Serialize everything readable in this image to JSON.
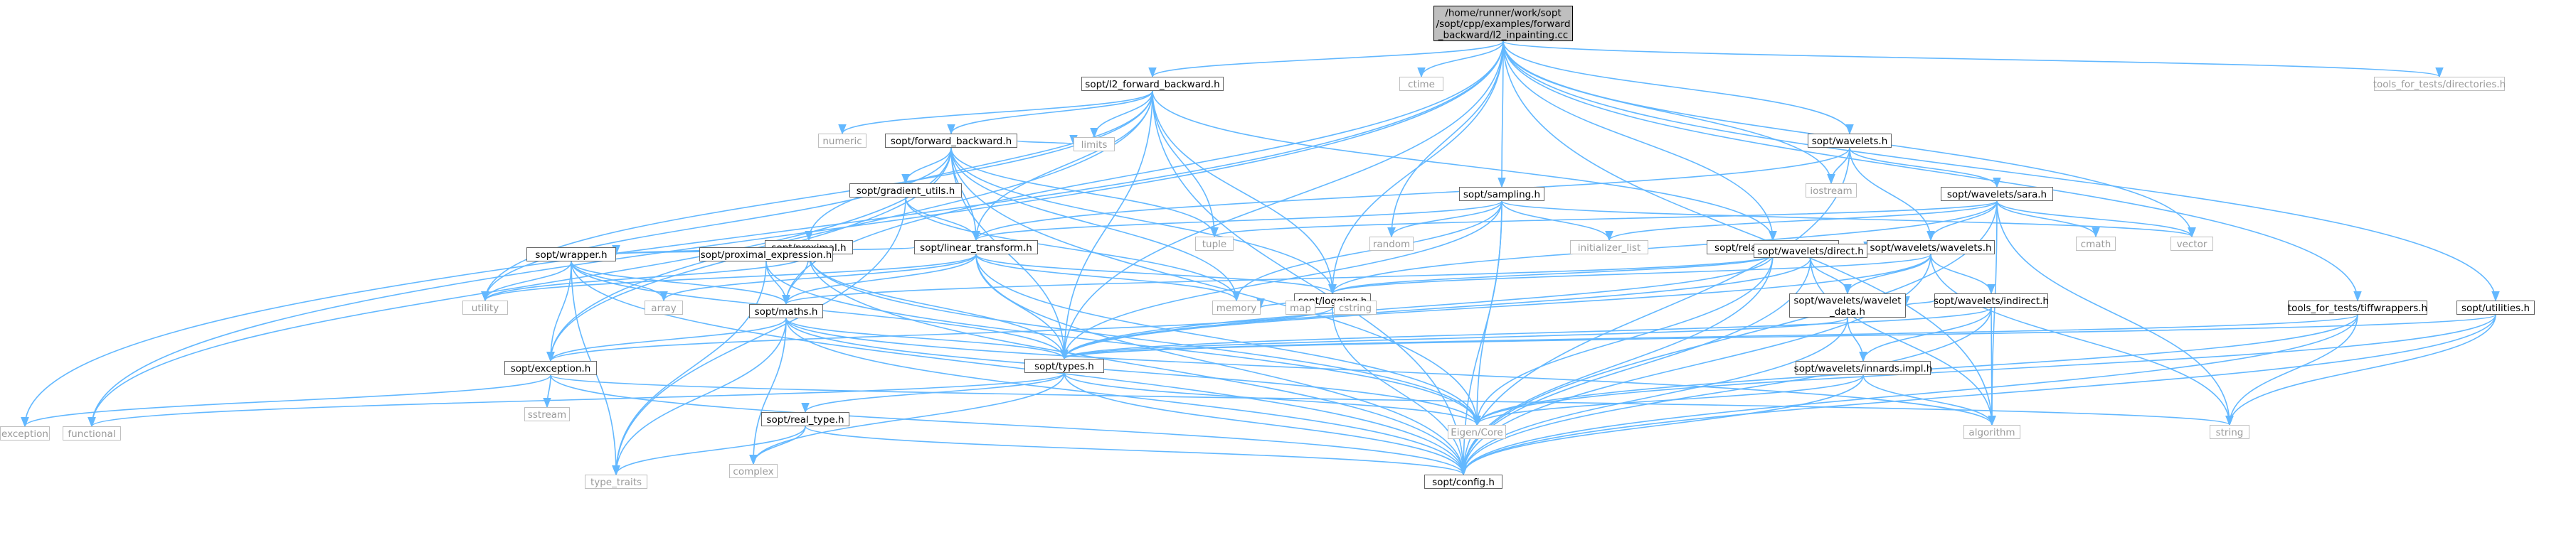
{
  "graph_title": "/home/runner/work/sopt/sopt/cpp/examples/forward_backward/l2_inpainting.cc",
  "nodes": [
    {
      "id": "root",
      "lines": [
        "/home/runner/work/sopt",
        "/sopt/cpp/examples/forward",
        "_backward/l2_inpainting.cc"
      ],
      "kind": "root"
    },
    {
      "id": "fb_h",
      "lines": [
        "sopt/l2_forward_backward.h"
      ],
      "kind": "local"
    },
    {
      "id": "ctime",
      "lines": [
        "ctime"
      ],
      "kind": "ext"
    },
    {
      "id": "dirs_h",
      "lines": [
        "tools_for_tests/directories.h"
      ],
      "kind": "ext"
    },
    {
      "id": "wavelets_h",
      "lines": [
        "sopt/wavelets.h"
      ],
      "kind": "local"
    },
    {
      "id": "numeric",
      "lines": [
        "numeric"
      ],
      "kind": "ext"
    },
    {
      "id": "forward_backward_h",
      "lines": [
        "sopt/forward_backward.h"
      ],
      "kind": "local"
    },
    {
      "id": "limits",
      "lines": [
        "limits"
      ],
      "kind": "ext"
    },
    {
      "id": "iostream",
      "lines": [
        "iostream"
      ],
      "kind": "ext"
    },
    {
      "id": "sara_h",
      "lines": [
        "sopt/wavelets/sara.h"
      ],
      "kind": "local"
    },
    {
      "id": "gradient_h",
      "lines": [
        "sopt/gradient_utils.h"
      ],
      "kind": "local"
    },
    {
      "id": "sampling_h",
      "lines": [
        "sopt/sampling.h"
      ],
      "kind": "local"
    },
    {
      "id": "tuple",
      "lines": [
        "tuple"
      ],
      "kind": "ext"
    },
    {
      "id": "random",
      "lines": [
        "random"
      ],
      "kind": "ext"
    },
    {
      "id": "initlist",
      "lines": [
        "initializer_list"
      ],
      "kind": "ext"
    },
    {
      "id": "cmath",
      "lines": [
        "cmath"
      ],
      "kind": "ext"
    },
    {
      "id": "vector",
      "lines": [
        "vector"
      ],
      "kind": "ext"
    },
    {
      "id": "proximal_h",
      "lines": [
        "sopt/proximal.h"
      ],
      "kind": "local"
    },
    {
      "id": "linear_h",
      "lines": [
        "sopt/linear_transform.h"
      ],
      "kind": "local"
    },
    {
      "id": "relvar_h",
      "lines": [
        "sopt/relative_variation.h"
      ],
      "kind": "local"
    },
    {
      "id": "wwav_h",
      "lines": [
        "sopt/wavelets/wavelets.h"
      ],
      "kind": "local"
    },
    {
      "id": "wrapper_h",
      "lines": [
        "sopt/wrapper.h"
      ],
      "kind": "local"
    },
    {
      "id": "proxexpr_h",
      "lines": [
        "sopt/proximal_expression.h"
      ],
      "kind": "local"
    },
    {
      "id": "logging_h",
      "lines": [
        "sopt/logging.h"
      ],
      "kind": "local"
    },
    {
      "id": "direct_h",
      "lines": [
        "sopt/wavelets/direct.h"
      ],
      "kind": "local"
    },
    {
      "id": "indirect_h",
      "lines": [
        "sopt/wavelets/indirect.h"
      ],
      "kind": "local"
    },
    {
      "id": "utility",
      "lines": [
        "utility"
      ],
      "kind": "ext"
    },
    {
      "id": "array",
      "lines": [
        "array"
      ],
      "kind": "ext"
    },
    {
      "id": "maths_h",
      "lines": [
        "sopt/maths.h"
      ],
      "kind": "local"
    },
    {
      "id": "memory",
      "lines": [
        "memory"
      ],
      "kind": "ext"
    },
    {
      "id": "map",
      "lines": [
        "map"
      ],
      "kind": "ext"
    },
    {
      "id": "cstring",
      "lines": [
        "cstring"
      ],
      "kind": "ext"
    },
    {
      "id": "wdata_h",
      "lines": [
        "sopt/wavelets/wavelet",
        "_data.h"
      ],
      "kind": "local"
    },
    {
      "id": "tiff_h",
      "lines": [
        "tools_for_tests/tiffwrappers.h"
      ],
      "kind": "local"
    },
    {
      "id": "util_h",
      "lines": [
        "sopt/utilities.h"
      ],
      "kind": "local"
    },
    {
      "id": "types_h",
      "lines": [
        "sopt/types.h"
      ],
      "kind": "local"
    },
    {
      "id": "exception_h",
      "lines": [
        "sopt/exception.h"
      ],
      "kind": "local"
    },
    {
      "id": "innards_h",
      "lines": [
        "sopt/wavelets/innards.impl.h"
      ],
      "kind": "local"
    },
    {
      "id": "sstream",
      "lines": [
        "sstream"
      ],
      "kind": "ext"
    },
    {
      "id": "realtype_h",
      "lines": [
        "sopt/real_type.h"
      ],
      "kind": "local"
    },
    {
      "id": "exception",
      "lines": [
        "exception"
      ],
      "kind": "ext"
    },
    {
      "id": "functional",
      "lines": [
        "functional"
      ],
      "kind": "ext"
    },
    {
      "id": "eigen",
      "lines": [
        "Eigen/Core"
      ],
      "kind": "ext"
    },
    {
      "id": "algorithm",
      "lines": [
        "algorithm"
      ],
      "kind": "ext"
    },
    {
      "id": "string",
      "lines": [
        "string"
      ],
      "kind": "ext"
    },
    {
      "id": "complex",
      "lines": [
        "complex"
      ],
      "kind": "ext"
    },
    {
      "id": "typetraits",
      "lines": [
        "type_traits"
      ],
      "kind": "ext"
    },
    {
      "id": "config_h",
      "lines": [
        "sopt/config.h"
      ],
      "kind": "local"
    }
  ],
  "edges": [
    [
      "root",
      "fb_h"
    ],
    [
      "root",
      "ctime"
    ],
    [
      "root",
      "dirs_h"
    ],
    [
      "root",
      "wavelets_h"
    ],
    [
      "root",
      "iostream"
    ],
    [
      "root",
      "random"
    ],
    [
      "root",
      "vector"
    ],
    [
      "root",
      "sampling_h"
    ],
    [
      "root",
      "relvar_h"
    ],
    [
      "root",
      "logging_h"
    ],
    [
      "root",
      "tiff_h"
    ],
    [
      "root",
      "util_h"
    ],
    [
      "root",
      "algorithm"
    ],
    [
      "root",
      "exception"
    ],
    [
      "root",
      "functional"
    ],
    [
      "root",
      "types_h"
    ],
    [
      "root",
      "maths_h"
    ],
    [
      "fb_h",
      "numeric"
    ],
    [
      "fb_h",
      "forward_backward_h"
    ],
    [
      "fb_h",
      "limits"
    ],
    [
      "fb_h",
      "tuple"
    ],
    [
      "fb_h",
      "proximal_h"
    ],
    [
      "fb_h",
      "linear_h"
    ],
    [
      "fb_h",
      "relvar_h"
    ],
    [
      "fb_h",
      "logging_h"
    ],
    [
      "fb_h",
      "types_h"
    ],
    [
      "fb_h",
      "config_h"
    ],
    [
      "fb_h",
      "exception_h"
    ],
    [
      "fb_h",
      "utility"
    ],
    [
      "wavelets_h",
      "iostream"
    ],
    [
      "wavelets_h",
      "sara_h"
    ],
    [
      "wavelets_h",
      "wwav_h"
    ],
    [
      "wavelets_h",
      "linear_h"
    ],
    [
      "wavelets_h",
      "config_h"
    ],
    [
      "forward_backward_h",
      "gradient_h"
    ],
    [
      "forward_backward_h",
      "limits"
    ],
    [
      "forward_backward_h",
      "tuple"
    ],
    [
      "forward_backward_h",
      "linear_h"
    ],
    [
      "forward_backward_h",
      "logging_h"
    ],
    [
      "forward_backward_h",
      "types_h"
    ],
    [
      "forward_backward_h",
      "exception_h"
    ],
    [
      "forward_backward_h",
      "utility"
    ],
    [
      "forward_backward_h",
      "functional"
    ],
    [
      "forward_backward_h",
      "memory"
    ],
    [
      "forward_backward_h",
      "eigen"
    ],
    [
      "gradient_h",
      "linear_h"
    ],
    [
      "gradient_h",
      "memory"
    ],
    [
      "gradient_h",
      "typetraits"
    ],
    [
      "sara_h",
      "tuple"
    ],
    [
      "sara_h",
      "initlist"
    ],
    [
      "sara_h",
      "cmath"
    ],
    [
      "sara_h",
      "vector"
    ],
    [
      "sara_h",
      "wwav_h"
    ],
    [
      "sara_h",
      "logging_h"
    ],
    [
      "sara_h",
      "algorithm"
    ],
    [
      "sara_h",
      "string"
    ],
    [
      "sara_h",
      "config_h"
    ],
    [
      "sampling_h",
      "random"
    ],
    [
      "sampling_h",
      "initlist"
    ],
    [
      "sampling_h",
      "vector"
    ],
    [
      "sampling_h",
      "linear_h"
    ],
    [
      "sampling_h",
      "memory"
    ],
    [
      "sampling_h",
      "types_h"
    ],
    [
      "sampling_h",
      "eigen"
    ],
    [
      "sampling_h",
      "config_h"
    ],
    [
      "proximal_h",
      "proxexpr_h"
    ],
    [
      "proximal_h",
      "wrapper_h"
    ],
    [
      "proximal_h",
      "maths_h"
    ],
    [
      "proximal_h",
      "types_h"
    ],
    [
      "proximal_h",
      "eigen"
    ],
    [
      "proximal_h",
      "config_h"
    ],
    [
      "proximal_h",
      "utility"
    ],
    [
      "linear_h",
      "wrapper_h"
    ],
    [
      "linear_h",
      "maths_h"
    ],
    [
      "linear_h",
      "types_h"
    ],
    [
      "linear_h",
      "logging_h"
    ],
    [
      "linear_h",
      "array"
    ],
    [
      "linear_h",
      "memory"
    ],
    [
      "linear_h",
      "utility"
    ],
    [
      "linear_h",
      "config_h"
    ],
    [
      "linear_h",
      "eigen"
    ],
    [
      "relvar_h",
      "logging_h"
    ],
    [
      "relvar_h",
      "maths_h"
    ],
    [
      "relvar_h",
      "types_h"
    ],
    [
      "relvar_h",
      "eigen"
    ],
    [
      "relvar_h",
      "config_h"
    ],
    [
      "wwav_h",
      "direct_h"
    ],
    [
      "wwav_h",
      "indirect_h"
    ],
    [
      "wwav_h",
      "wdata_h"
    ],
    [
      "wwav_h",
      "logging_h"
    ],
    [
      "wwav_h",
      "types_h"
    ],
    [
      "wwav_h",
      "config_h"
    ],
    [
      "wwav_h",
      "string"
    ],
    [
      "wrapper_h",
      "utility"
    ],
    [
      "wrapper_h",
      "array"
    ],
    [
      "wrapper_h",
      "maths_h"
    ],
    [
      "wrapper_h",
      "exception_h"
    ],
    [
      "wrapper_h",
      "types_h"
    ],
    [
      "wrapper_h",
      "typetraits"
    ],
    [
      "wrapper_h",
      "config_h"
    ],
    [
      "proxexpr_h",
      "maths_h"
    ],
    [
      "proxexpr_h",
      "eigen"
    ],
    [
      "proxexpr_h",
      "typetraits"
    ],
    [
      "logging_h",
      "memory"
    ],
    [
      "logging_h",
      "map"
    ],
    [
      "logging_h",
      "cstring"
    ],
    [
      "logging_h",
      "exception_h"
    ],
    [
      "logging_h",
      "config_h"
    ],
    [
      "direct_h",
      "wdata_h"
    ],
    [
      "direct_h",
      "types_h"
    ],
    [
      "direct_h",
      "algorithm"
    ],
    [
      "direct_h",
      "config_h"
    ],
    [
      "indirect_h",
      "wdata_h"
    ],
    [
      "indirect_h",
      "innards_h"
    ],
    [
      "indirect_h",
      "types_h"
    ],
    [
      "indirect_h",
      "algorithm"
    ],
    [
      "indirect_h",
      "config_h"
    ],
    [
      "maths_h",
      "exception_h"
    ],
    [
      "maths_h",
      "types_h"
    ],
    [
      "maths_h",
      "algorithm"
    ],
    [
      "maths_h",
      "complex"
    ],
    [
      "maths_h",
      "typetraits"
    ],
    [
      "maths_h",
      "eigen"
    ],
    [
      "maths_h",
      "config_h"
    ],
    [
      "wdata_h",
      "innards_h"
    ],
    [
      "wdata_h",
      "types_h"
    ],
    [
      "wdata_h",
      "config_h"
    ],
    [
      "innards_h",
      "algorithm"
    ],
    [
      "innards_h",
      "eigen"
    ],
    [
      "innards_h",
      "config_h"
    ],
    [
      "tiff_h",
      "types_h"
    ],
    [
      "tiff_h",
      "string"
    ],
    [
      "tiff_h",
      "config_h"
    ],
    [
      "tiff_h",
      "eigen"
    ],
    [
      "util_h",
      "types_h"
    ],
    [
      "util_h",
      "string"
    ],
    [
      "util_h",
      "eigen"
    ],
    [
      "util_h",
      "config_h"
    ],
    [
      "types_h",
      "realtype_h"
    ],
    [
      "types_h",
      "eigen"
    ],
    [
      "types_h",
      "complex"
    ],
    [
      "types_h",
      "functional"
    ],
    [
      "types_h",
      "config_h"
    ],
    [
      "exception_h",
      "sstream"
    ],
    [
      "exception_h",
      "exception"
    ],
    [
      "exception_h",
      "string"
    ],
    [
      "exception_h",
      "config_h"
    ],
    [
      "realtype_h",
      "complex"
    ],
    [
      "realtype_h",
      "typetraits"
    ],
    [
      "realtype_h",
      "config_h"
    ]
  ]
}
